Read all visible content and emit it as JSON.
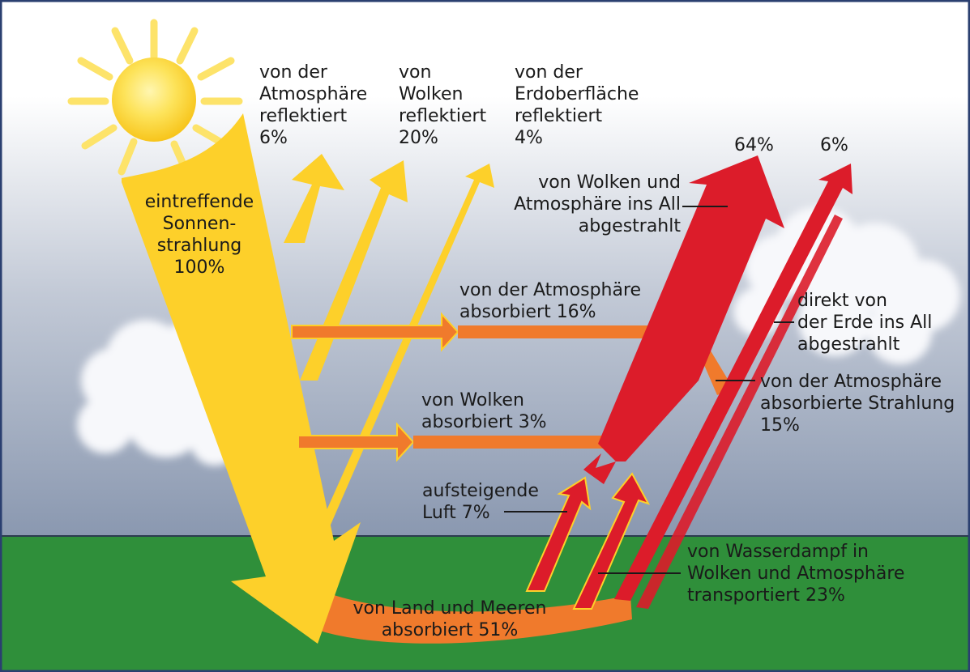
{
  "labels": {
    "reflect_atmosphere": "von der\nAtmosphäre\nreflektiert\n6%",
    "reflect_clouds": "von\nWolken\nreflektiert\n20%",
    "reflect_surface": "von der\nErdoberfläche\nreflektiert\n4%",
    "incoming": "eintreffende\nSonnen-\nstrahlung\n100%",
    "out_64": "64%",
    "out_6": "6%",
    "clouds_atmosphere_radiated": "von Wolken und\nAtmosphäre ins All\nabgestrahlt",
    "atmosphere_absorbed": "von der Atmosphäre\nabsorbiert 16%",
    "direct_from_earth": "direkt von\nder Erde ins All\nabgestrahlt",
    "atmosphere_absorbed_radiation": "von der Atmosphäre\nabsorbierte Strahlung\n15%",
    "clouds_absorbed": "von Wolken\nabsorbiert 3%",
    "rising_air": "aufsteigende\nLuft 7%",
    "water_vapor": "von Wasserdampf in\nWolken und Atmosphäre\ntransportiert 23%",
    "land_sea": "von Land und Meeren\nabsorbiert 51%"
  },
  "colors": {
    "frame": "#2a3f70",
    "sky_top": "#ffffff",
    "sky_bottom": "#8e9cb3",
    "ground": "#2f8f3a",
    "sun": "#fcd22b",
    "solar_arrow": "#fdd02a",
    "absorbed_orange": "#f07a2c",
    "terrestrial_red": "#dc1c2a",
    "cloud": "#f7f8fb"
  }
}
